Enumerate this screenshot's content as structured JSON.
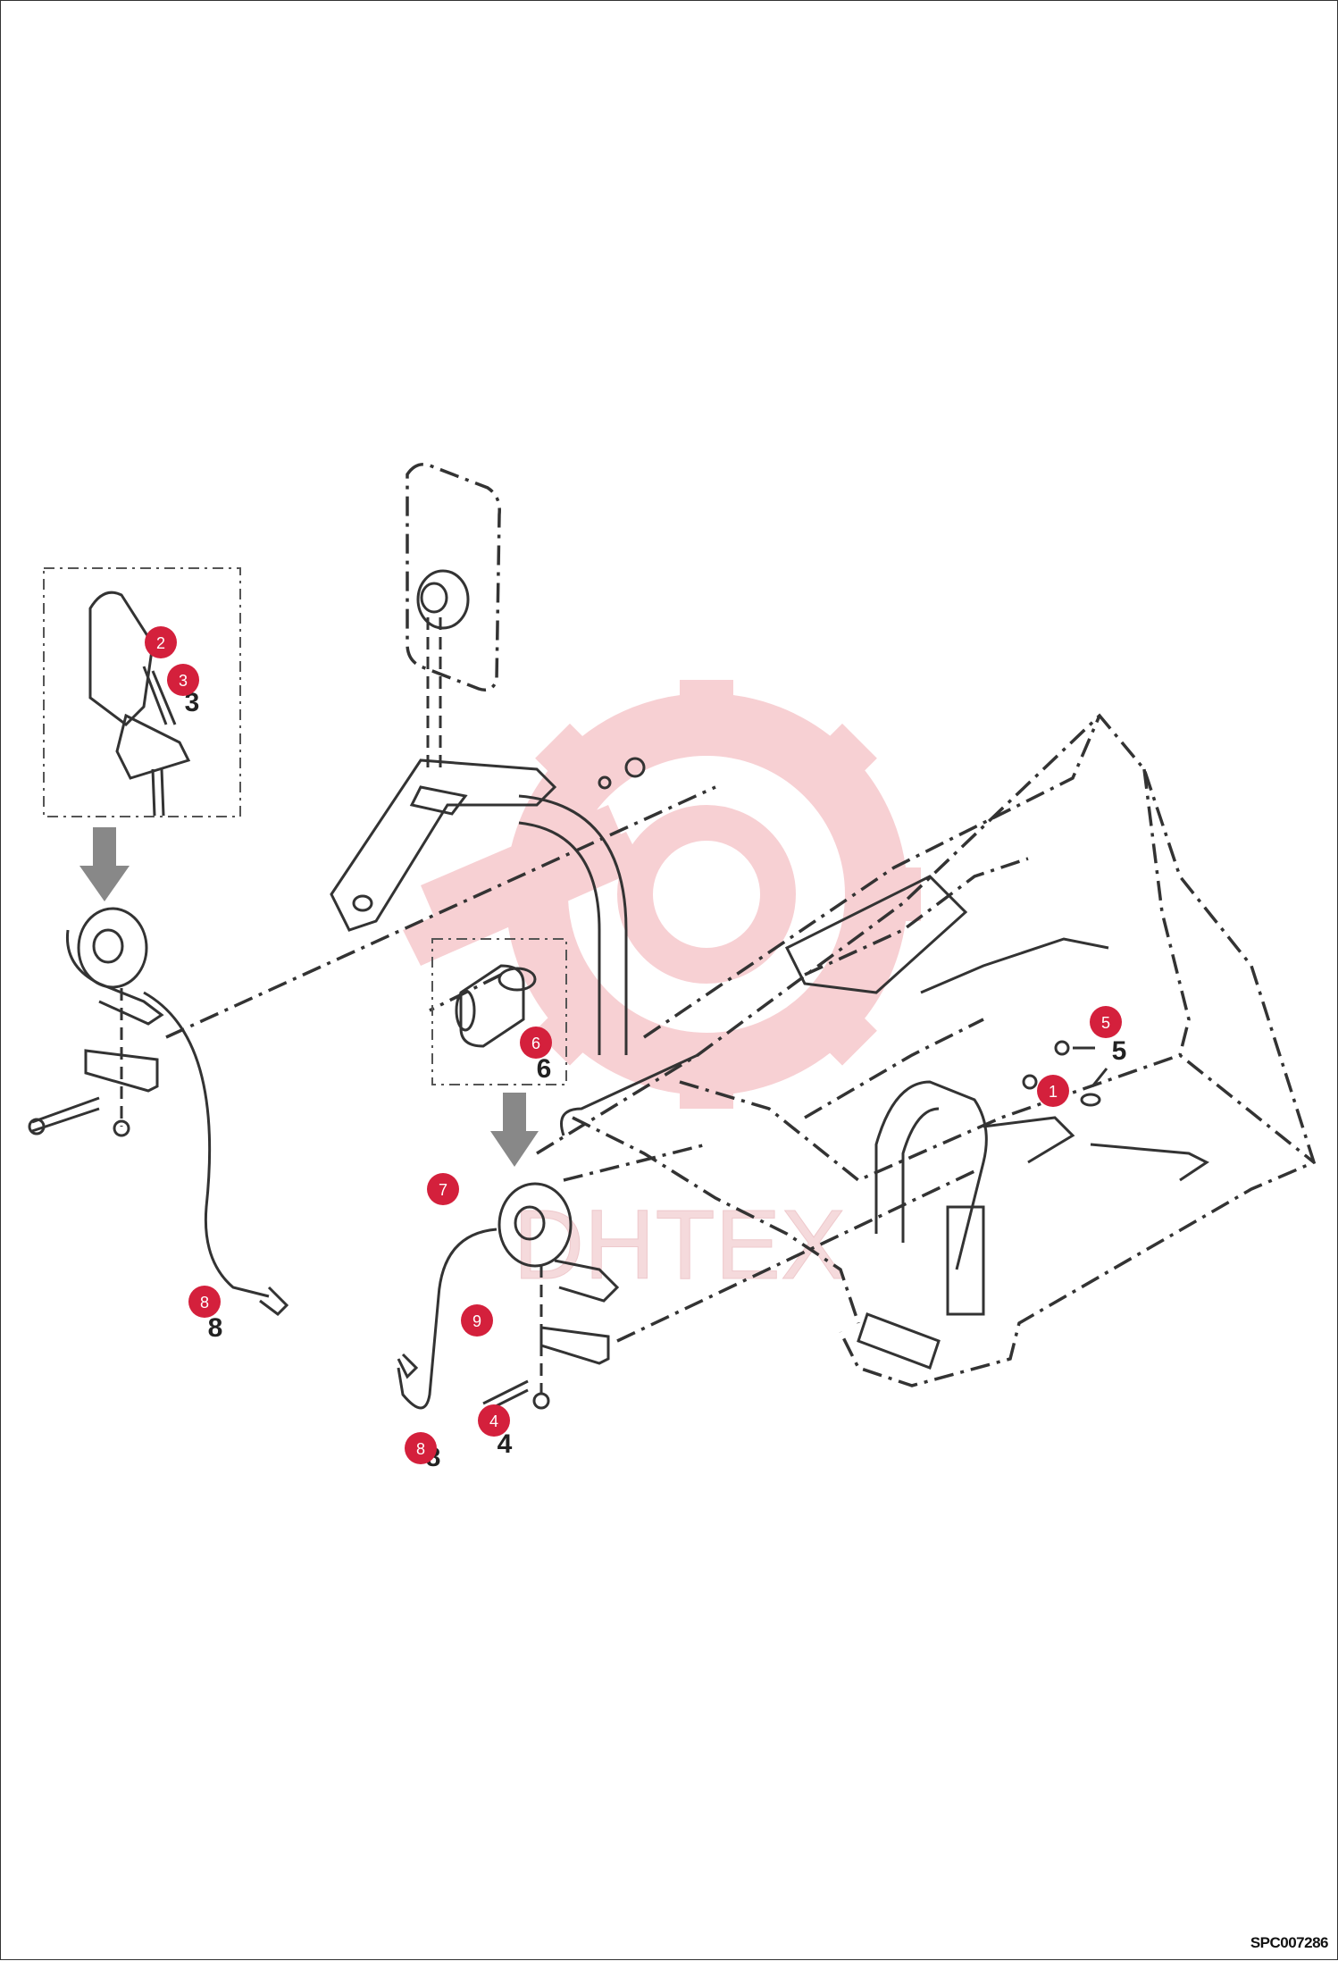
{
  "diagram": {
    "drawing_code": "SPC007286",
    "watermark_text": "DHTEX",
    "callouts": [
      {
        "id": "c1",
        "label": "1"
      },
      {
        "id": "c2",
        "label": "2"
      },
      {
        "id": "c3",
        "label": "3"
      },
      {
        "id": "c4",
        "label": "4"
      },
      {
        "id": "c5",
        "label": "5"
      },
      {
        "id": "c6",
        "label": "6"
      },
      {
        "id": "c7",
        "label": "7"
      },
      {
        "id": "c8a",
        "label": "8"
      },
      {
        "id": "c8b",
        "label": "8"
      },
      {
        "id": "c9",
        "label": "9"
      }
    ],
    "part_numbers": {
      "n3": "3",
      "n5": "5",
      "n4": "4",
      "n6": "6",
      "n8a": "8",
      "n8b": "8"
    },
    "colors": {
      "callout": "#d4203c",
      "line": "#333333",
      "watermark": "#f6c8cc",
      "arrow": "#888888"
    }
  }
}
